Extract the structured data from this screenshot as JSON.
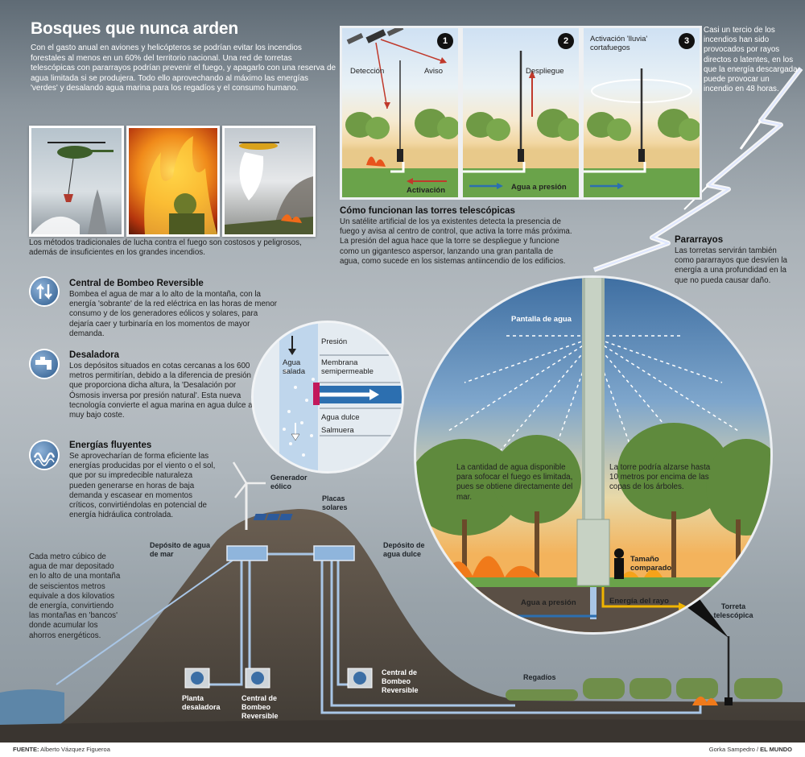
{
  "header": {
    "title": "Bosques que nunca arden",
    "intro": "Con el gasto anual en aviones y helicópteros se podrían evitar los incendios forestales al menos en un 60% del territorio nacional. Una red de torretas telescópicas con pararrayos podrían prevenir el fuego, y apagarlo con una reserva de agua limitada si se produjera. Todo ello aprovechando al máximo las energías 'verdes' y desalando agua marina para los regadíos y el consumo humano."
  },
  "photos_caption": "Los métodos tradicionales de lucha contra el fuego son costosos y peligrosos, además de insuficientes en los grandes incendios.",
  "steps": [
    {
      "number": "1",
      "labels": [
        "Detección",
        "Aviso"
      ],
      "bottom_label": "Activación"
    },
    {
      "number": "2",
      "labels": [
        "Despliegue"
      ],
      "bottom_label": "Agua a presión"
    },
    {
      "number": "3",
      "labels": [
        "Activación 'lluvia' cortafuegos"
      ],
      "bottom_label": ""
    }
  ],
  "lightning_note": "Casi un tercio de los incendios han sido provocados por rayos directos o latentes, en los que la energía descargada puede provocar un incendio en 48 horas.",
  "how_it_works": {
    "title": "Cómo funcionan las torres telescópicas",
    "text": "Un satélite artificial de los ya existentes detecta la presencia de fuego y avisa al centro de control, que activa la torre más próxima. La presión del agua hace que la torre se despliegue y funcione como un gigantesco aspersor, lanzando una gran pantalla de agua, como sucede en los sistemas antiincendio de los edificios."
  },
  "pararrayos": {
    "title": "Pararrayos",
    "text": "Las torretas servirán también como pararrayos que desvíen la energía a una profundidad en la que no pueda causar daño."
  },
  "sections": [
    {
      "icon": "arrows-icon",
      "title": "Central de Bombeo Reversible",
      "text": "Bombea el agua de mar a lo alto de la montaña, con la energía 'sobrante' de la red eléctrica en las horas de menor consumo y de los generadores eólicos y solares, para dejaría caer y turbinaría en los momentos de mayor demanda."
    },
    {
      "icon": "faucet-icon",
      "title": "Desaladora",
      "text": "Los depósitos situados en cotas cercanas a los 600 metros permitirían, debido a la diferencia de presión que proporciona dicha altura, la 'Desalación por Ósmosis inversa por presión natural'. Esta nueva tecnología convierte el agua marina en agua dulce a muy bajo coste."
    },
    {
      "icon": "wave-icon",
      "title": "Energías fluyentes",
      "text": "Se aprovecharían de forma eficiente las energías producidas por el viento o el sol, que por su impredecible naturaleza pueden generarse en horas de baja demanda y escasear en momentos críticos, convirtiéndolas en potencial de energía hidráulica controlada."
    }
  ],
  "osmosis": {
    "presion": "Presión",
    "agua_salada": "Agua salada",
    "membrana": "Membrana semipermeable",
    "agua_dulce": "Agua dulce",
    "salmuera": "Salmuera"
  },
  "circle": {
    "pantalla": "Pantalla de agua",
    "left_text": "La cantidad de agua disponible para sofocar el fuego es limitada, pues se obtiene directamente del mar.",
    "right_text": "La torre podría alzarse hasta 10 metros por encima de las copas de los árboles.",
    "tamano": "Tamaño comparado",
    "agua_presion": "Agua a presión",
    "energia_rayo": "Energía del rayo"
  },
  "mountain": {
    "generador": "Generador eólico",
    "placas": "Placas solares",
    "deposito_mar": "Depósito de agua de mar",
    "deposito_dulce": "Depósito de agua dulce",
    "side_text": "Cada metro cúbico de agua de mar depositado en lo alto de una montaña de seiscientos metros equivale a dos kilovatios de energía, convirtiendo las montañas en 'bancos' donde acumular los ahorros energéticos.",
    "planta": "Planta desaladora",
    "central1": "Central de Bombeo Reversible",
    "central2": "Central de Bombeo Reversible",
    "regadios": "Regadíos",
    "torreta": "Torreta telescópica"
  },
  "footer": {
    "source_label": "FUENTE:",
    "source": "Alberto Vázquez Figueroa",
    "credit": "Gorka Sampedro /",
    "brand": "EL MUNDO"
  },
  "colors": {
    "accent_red": "#c0392b",
    "water_blue": "#2c6fb0",
    "energy_yellow": "#f0b400",
    "grass": "#6aa34a"
  }
}
